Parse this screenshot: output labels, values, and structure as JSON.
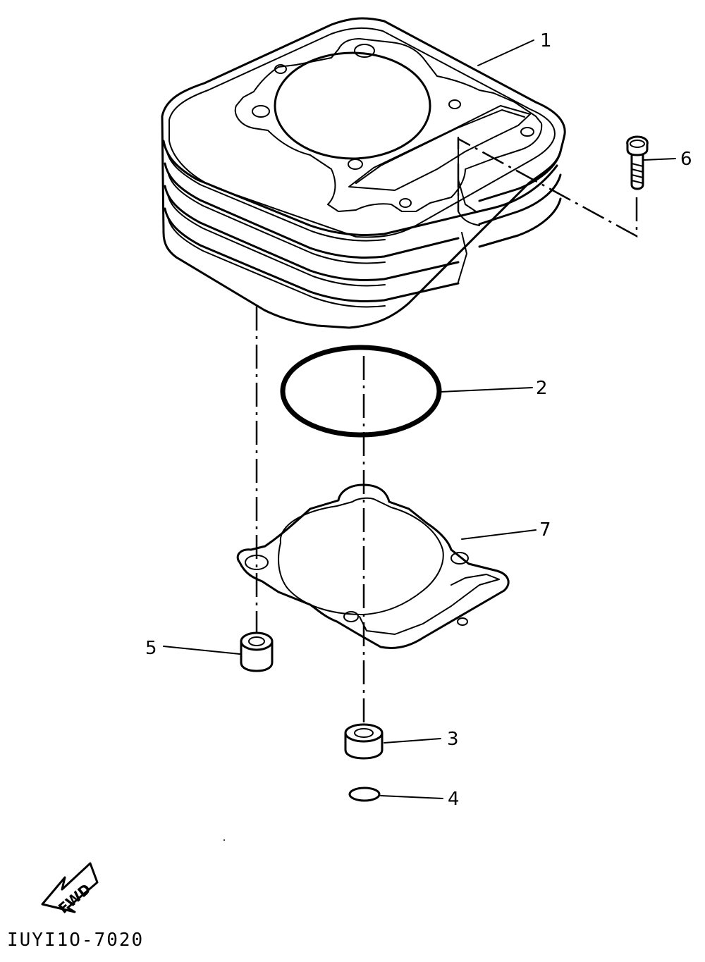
{
  "diagram": {
    "callouts": {
      "part1": "1",
      "part2": "2",
      "part3": "3",
      "part4": "4",
      "part5": "5",
      "part6": "6",
      "part7": "7"
    },
    "fwd_label": "FWD",
    "figure_code": "IUYI1O-7020"
  }
}
